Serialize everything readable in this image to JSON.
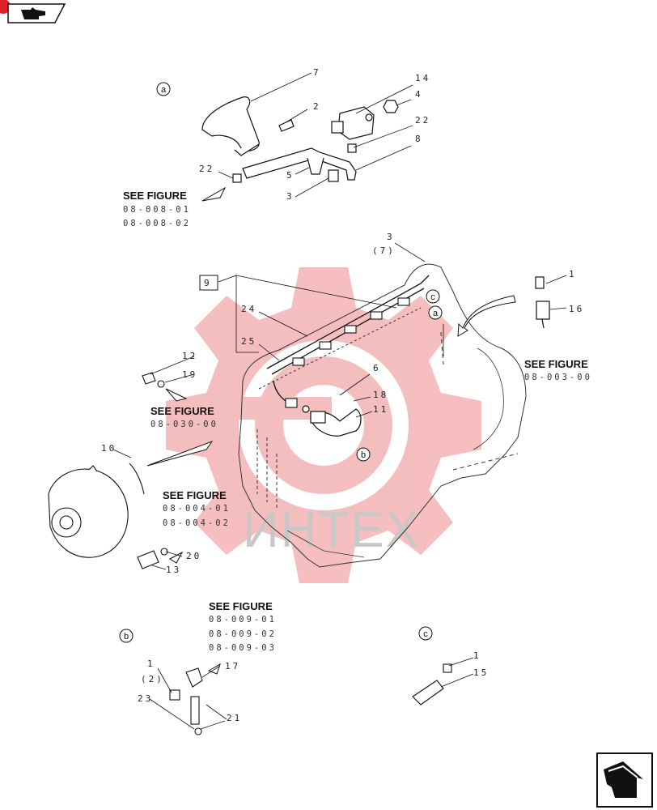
{
  "watermark": {
    "text": "ИНТЕХ",
    "gear_color": "#f4b3b3",
    "text_color": "#c8c8c8"
  },
  "nav": {
    "top_icon": "hand-pointer-icon",
    "bottom_icon": "next-page-arrow-icon",
    "accent": "#e0202a"
  },
  "detail_markers": {
    "a": "a",
    "b": "b",
    "c": "c"
  },
  "callouts": {
    "c7": "7",
    "c2": "2",
    "c14": "14",
    "c4": "4",
    "c22a": "22",
    "c8": "8",
    "c22b": "22",
    "c5": "5",
    "c3a": "3",
    "c3b": "3",
    "c3b_sub": "(7)",
    "c9": "9",
    "c24": "24",
    "c25": "25",
    "c1a": "1",
    "c16": "16",
    "c12": "12",
    "c19": "19",
    "c6": "6",
    "c18": "18",
    "c11": "11",
    "c10": "10",
    "c20": "20",
    "c13": "13",
    "c1b": "1",
    "c1b_sub": "(2)",
    "c17": "17",
    "c23": "23",
    "c21": "21",
    "c1c": "1",
    "c15": "15"
  },
  "see_figure": {
    "label": "SEE FIGURE",
    "f1": {
      "r1": "08-008-01",
      "r2": "08-008-02"
    },
    "f2": {
      "r1": "08-003-00"
    },
    "f3": {
      "r1": "08-030-00"
    },
    "f4": {
      "r1": "08-004-01",
      "r2": "08-004-02"
    },
    "f5": {
      "r1": "08-009-01",
      "r2": "08-009-02",
      "r3": "08-009-03"
    }
  }
}
